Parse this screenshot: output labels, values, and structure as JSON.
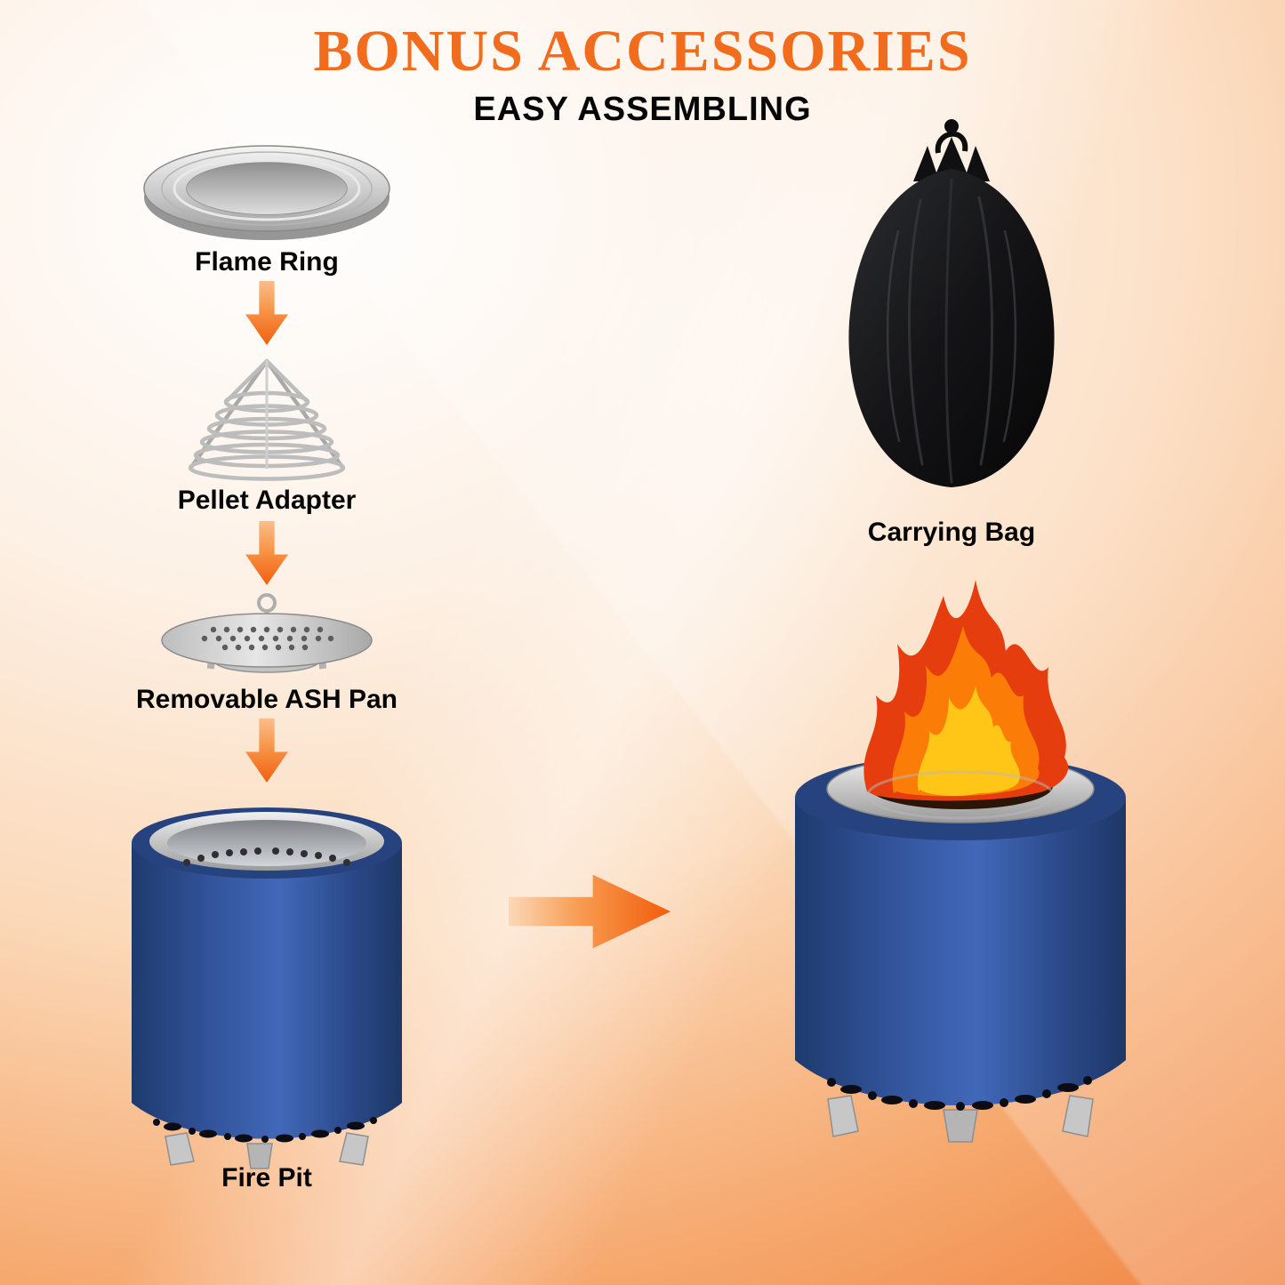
{
  "title": "BONUS ACCESSORIES",
  "subtitle": "EASY ASSEMBLING",
  "assembly_steps": [
    {
      "label": "Flame Ring"
    },
    {
      "label": "Pellet Adapter"
    },
    {
      "label": "Removable ASH Pan"
    },
    {
      "label": "Fire Pit"
    }
  ],
  "accessories": [
    {
      "label": "Carrying Bag"
    }
  ],
  "colors": {
    "title_orange": "#f26c1e",
    "arrow_orange": "#f25f0e",
    "fire_pit_blue": "#2c4d93",
    "stainless_silver": "#c9c9c9",
    "bag_black": "#141416",
    "flame_red": "#e63d0e",
    "flame_orange": "#fb7d07",
    "flame_yellow": "#ffc517",
    "text_black": "#060606"
  }
}
